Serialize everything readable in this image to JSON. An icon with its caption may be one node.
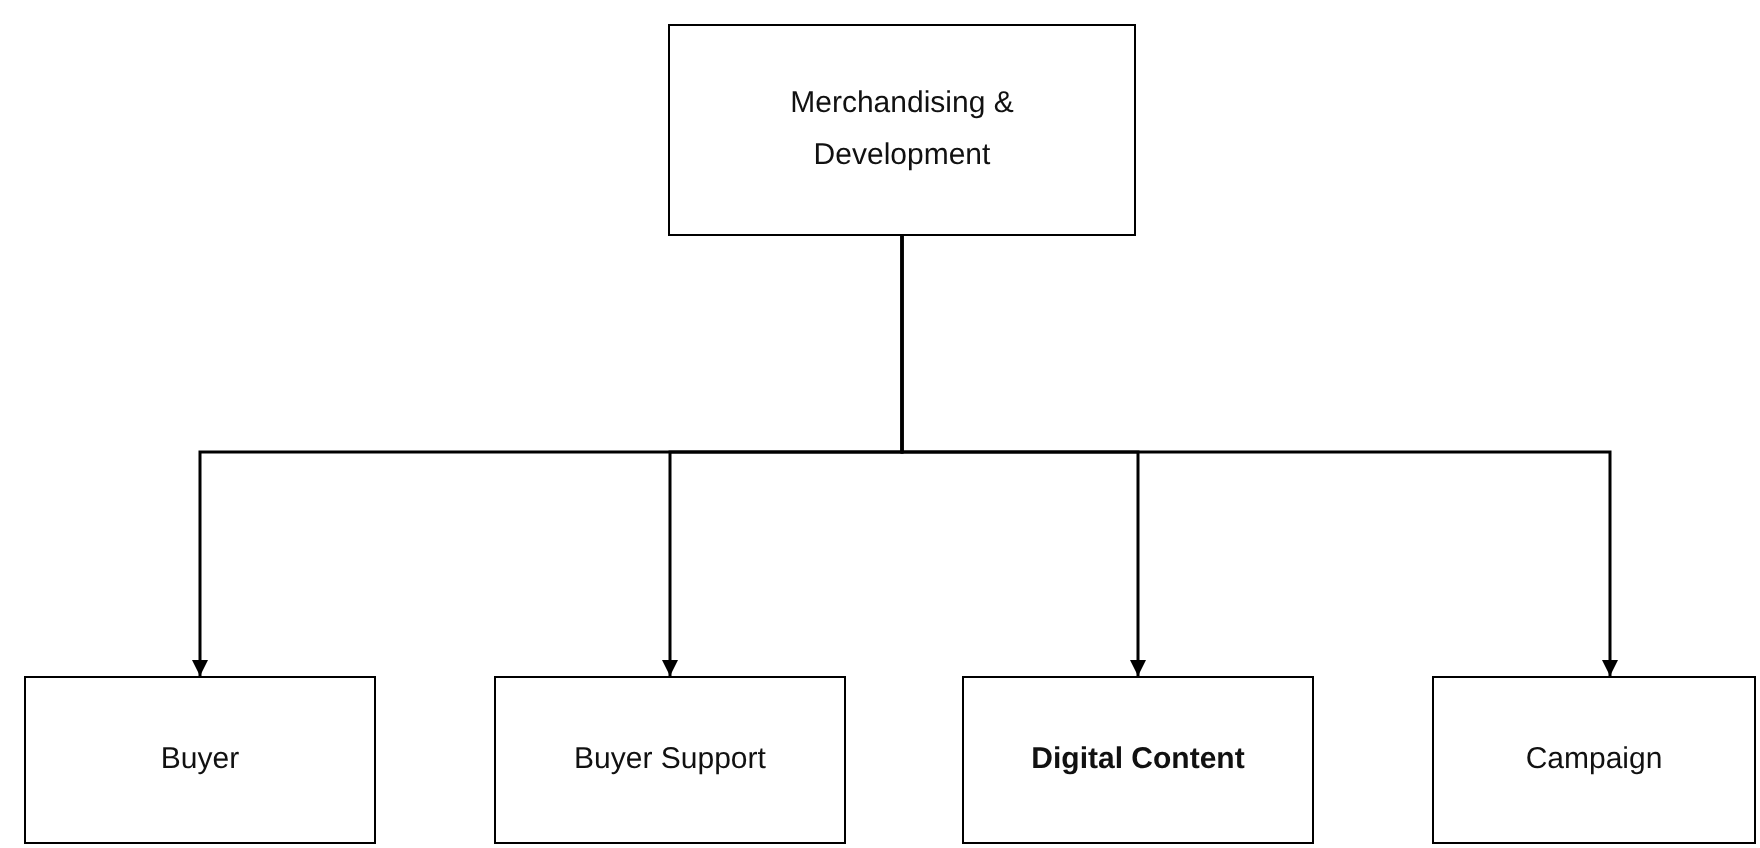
{
  "diagram": {
    "nodes": [
      {
        "text": [
          "Merchandising & Development"
        ]
      },
      {
        "text": [
          "Buyer"
        ]
      },
      {
        "text": [
          "Buyer Support"
        ]
      },
      {
        "text": [
          "Digital Content"
        ]
      },
      {
        "text": [
          "Campaign"
        ]
      }
    ],
    "edges": [
      {
        "from": 0,
        "to": 1,
        "arrow": "to"
      },
      {
        "from": 0,
        "to": 2,
        "arrow": "to"
      },
      {
        "from": 0,
        "to": 3,
        "arrow": "to"
      },
      {
        "from": 0,
        "to": 4,
        "arrow": "to"
      }
    ]
  }
}
